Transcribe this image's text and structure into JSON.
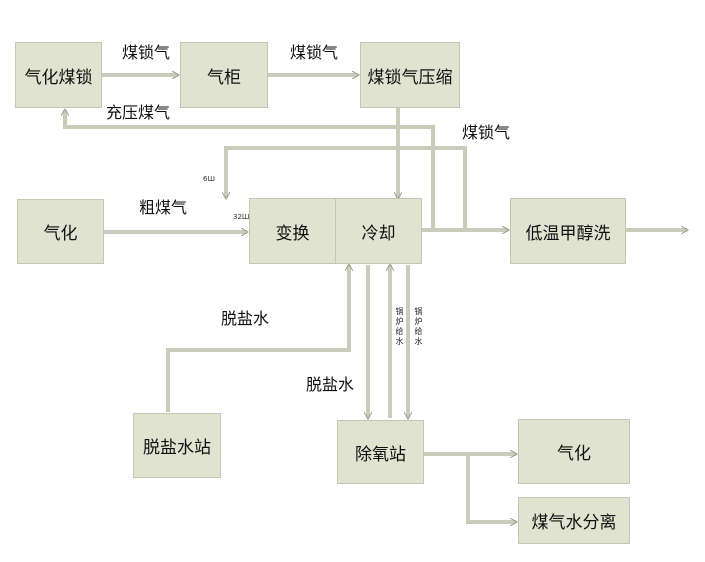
{
  "nodes": {
    "gasification_lock": "气化煤锁",
    "gas_holder": "气柜",
    "lock_gas_compression": "煤锁气压缩",
    "gasification": "气化",
    "shift": "变换",
    "cooling": "冷却",
    "rectisol": "低温甲醇洗",
    "demin_station": "脱盐水站",
    "deaerator": "除氧站",
    "gasification_out": "气化",
    "gas_water_separation": "煤气水分离"
  },
  "labels": {
    "lock_gas_1": "煤锁气",
    "lock_gas_2": "煤锁气",
    "lock_gas_3": "煤锁气",
    "pressurize_gas": "充压煤气",
    "raw_gas": "粗煤气",
    "pressure_6": "6Ш",
    "pressure_32": "32Ш",
    "demin_water_1": "脱盐水",
    "demin_water_2": "脱盐水",
    "boiler_water_1": "锅炉给水",
    "boiler_water_2": "锅炉给水"
  },
  "colors": {
    "box_fill": "#dfe3cf",
    "box_border": "#c2c6b2",
    "pipe": "#c9ccbb"
  }
}
